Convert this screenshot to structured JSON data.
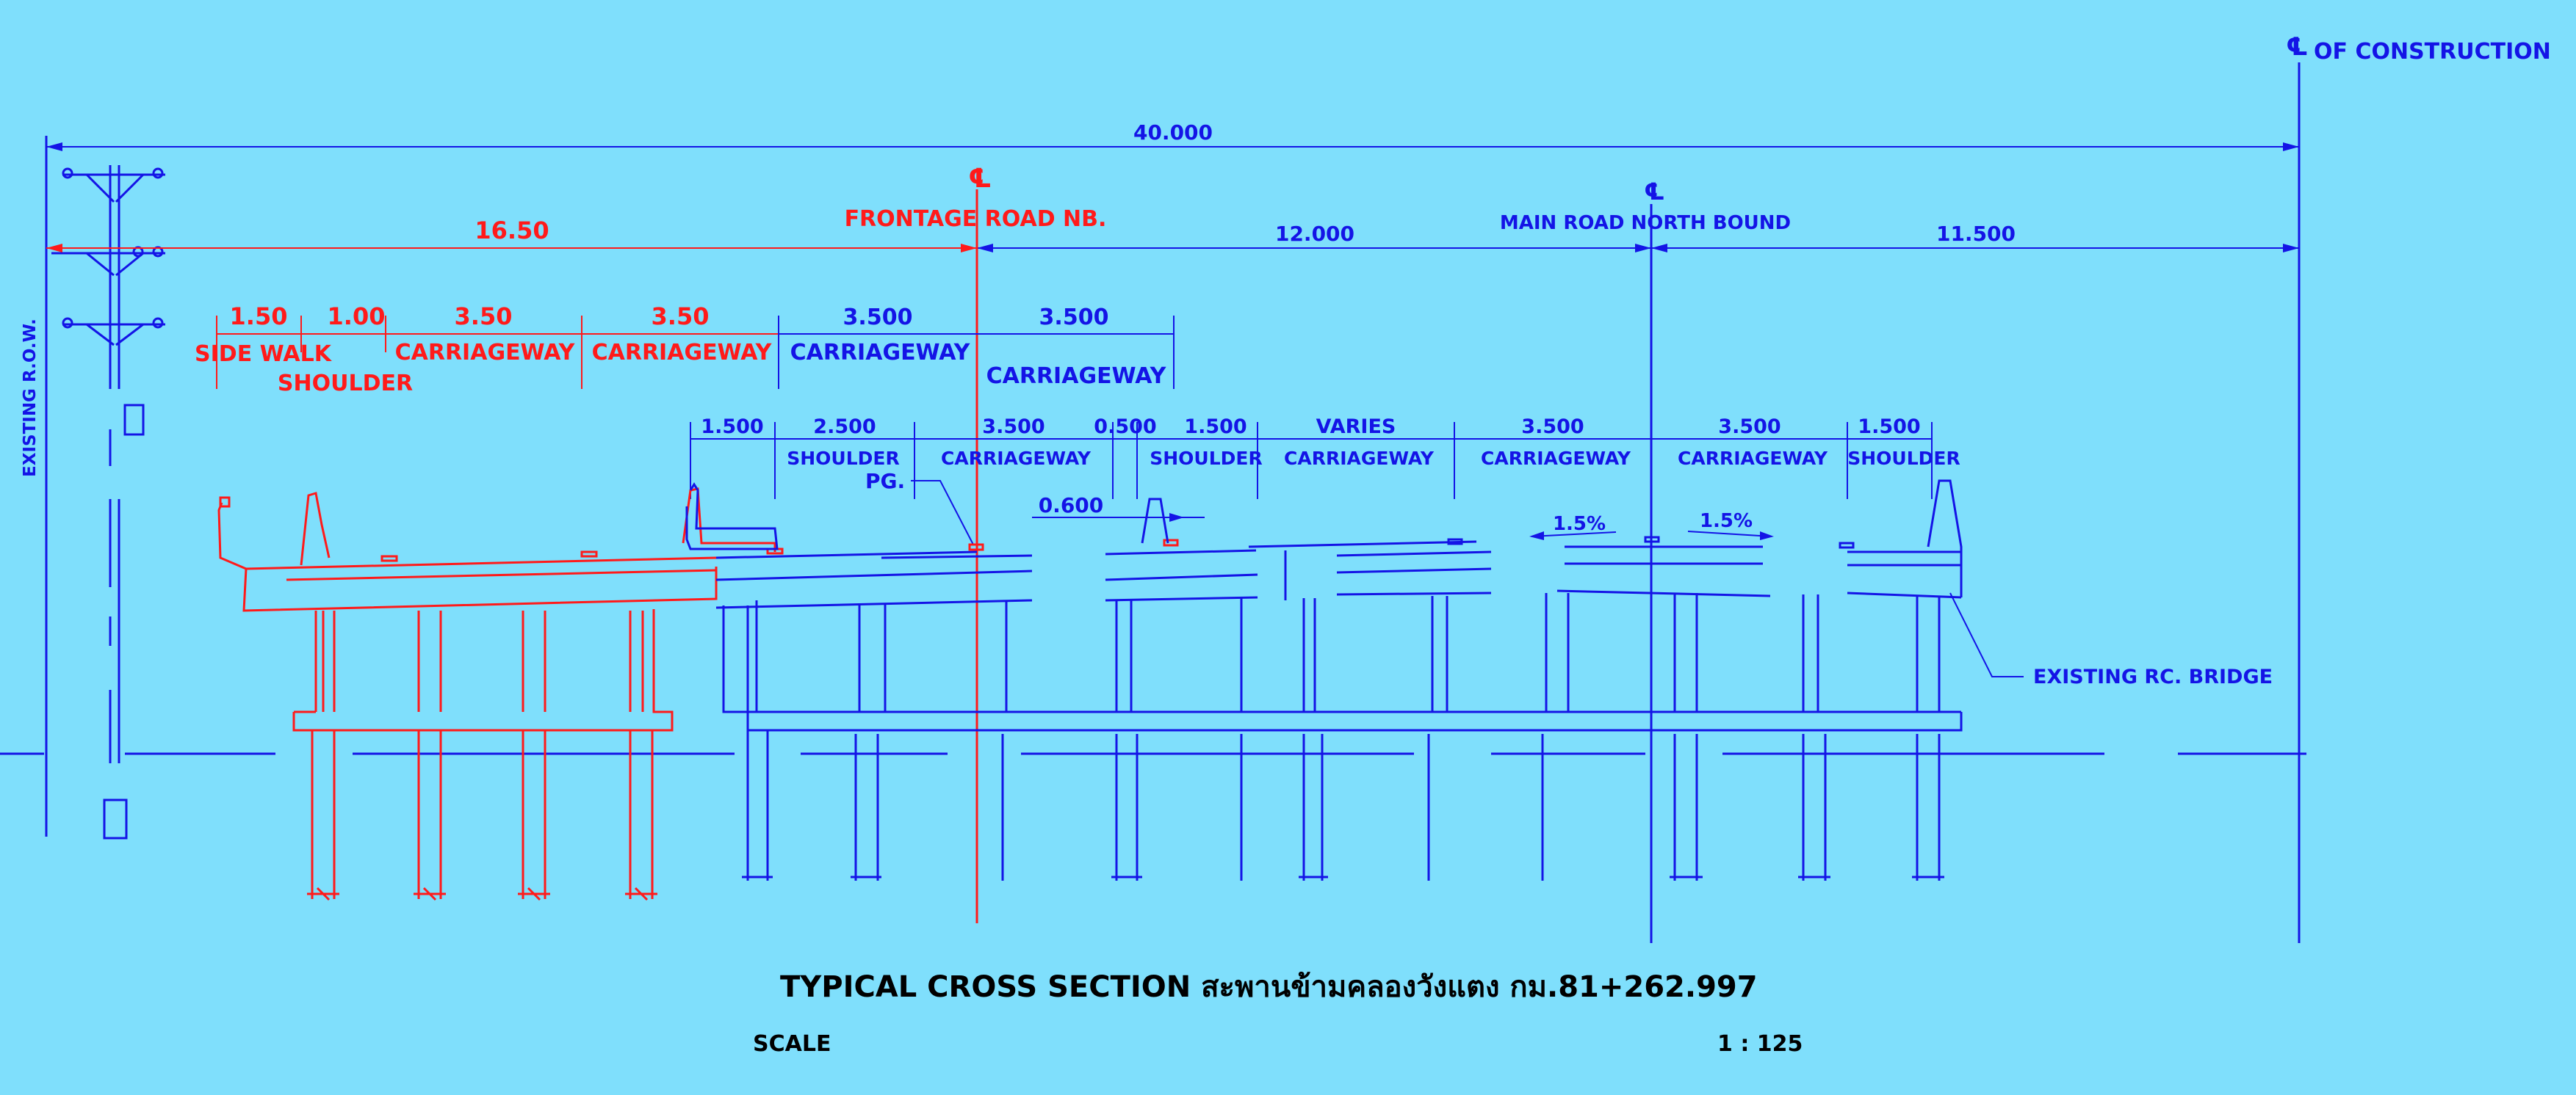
{
  "title": {
    "main": "TYPICAL CROSS SECTION สะพานข้ามคลองวังแตง กม.81+262.997",
    "scale_label": "SCALE",
    "scale_value": "1 : 125"
  },
  "centerlines": {
    "construction": {
      "symbol": "℄",
      "label": "OF CONSTRUCTION"
    },
    "frontage": {
      "symbol": "℄",
      "label": "FRONTAGE ROAD NB."
    },
    "main_road": {
      "symbol": "℄",
      "label": "MAIN ROAD NORTH BOUND"
    }
  },
  "overall_dims": {
    "total": "40.000",
    "frontage_half": "16.50",
    "main_left": "12.000",
    "main_right": "11.500"
  },
  "proposed_dims": [
    "1.50",
    "1.00",
    "3.50",
    "3.50",
    "3.500",
    "3.500"
  ],
  "proposed_labels": {
    "sidewalk": "SIDE WALK",
    "shoulder": "SHOULDER",
    "carriageway_red_1": "CARRIAGEWAY",
    "carriageway_red_2": "CARRIAGEWAY",
    "carriageway_blue_1": "CARRIAGEWAY",
    "carriageway_blue_2": "CARRIAGEWAY"
  },
  "existing_dims": [
    "1.500",
    "2.500",
    "3.500",
    "0.500",
    "1.500",
    "VARIES",
    "3.500",
    "3.500",
    "1.500"
  ],
  "existing_labels": [
    "SHOULDER",
    "CARRIAGEWAY",
    "SHOULDER",
    "CARRIAGEWAY",
    "CARRIAGEWAY",
    "CARRIAGEWAY",
    "SHOULDER"
  ],
  "annotations": {
    "row": "EXISTING R.O.W.",
    "pg": "PG.",
    "median_width": "0.600",
    "slope_left": "1.5%",
    "slope_right": "1.5%",
    "existing_bridge": "EXISTING RC. BRIDGE"
  },
  "colors": {
    "background": "#7fdffc",
    "proposed": "#ff1a1a",
    "existing": "#1414e6",
    "title": "#000000"
  }
}
